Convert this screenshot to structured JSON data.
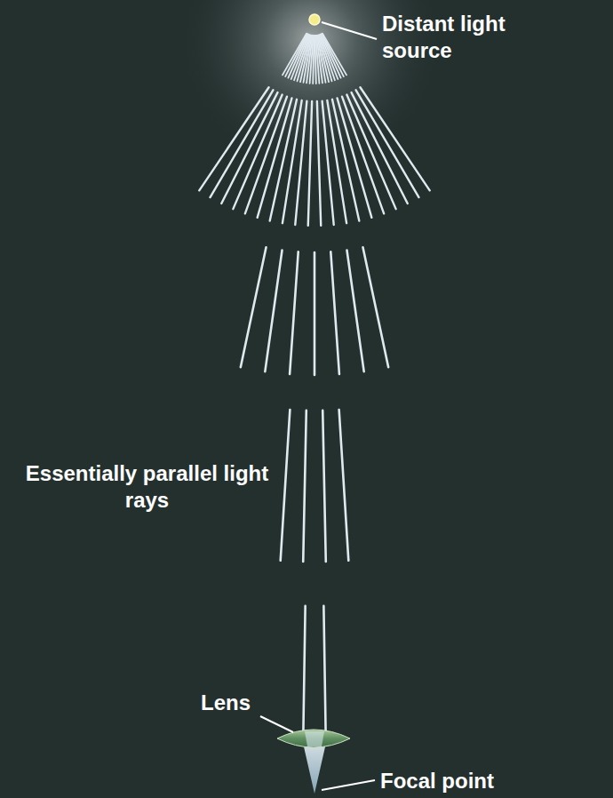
{
  "diagram": {
    "labels": [
      "Distant light source",
      "Essentially parallel light rays",
      "Lens",
      "Focal point"
    ]
  }
}
